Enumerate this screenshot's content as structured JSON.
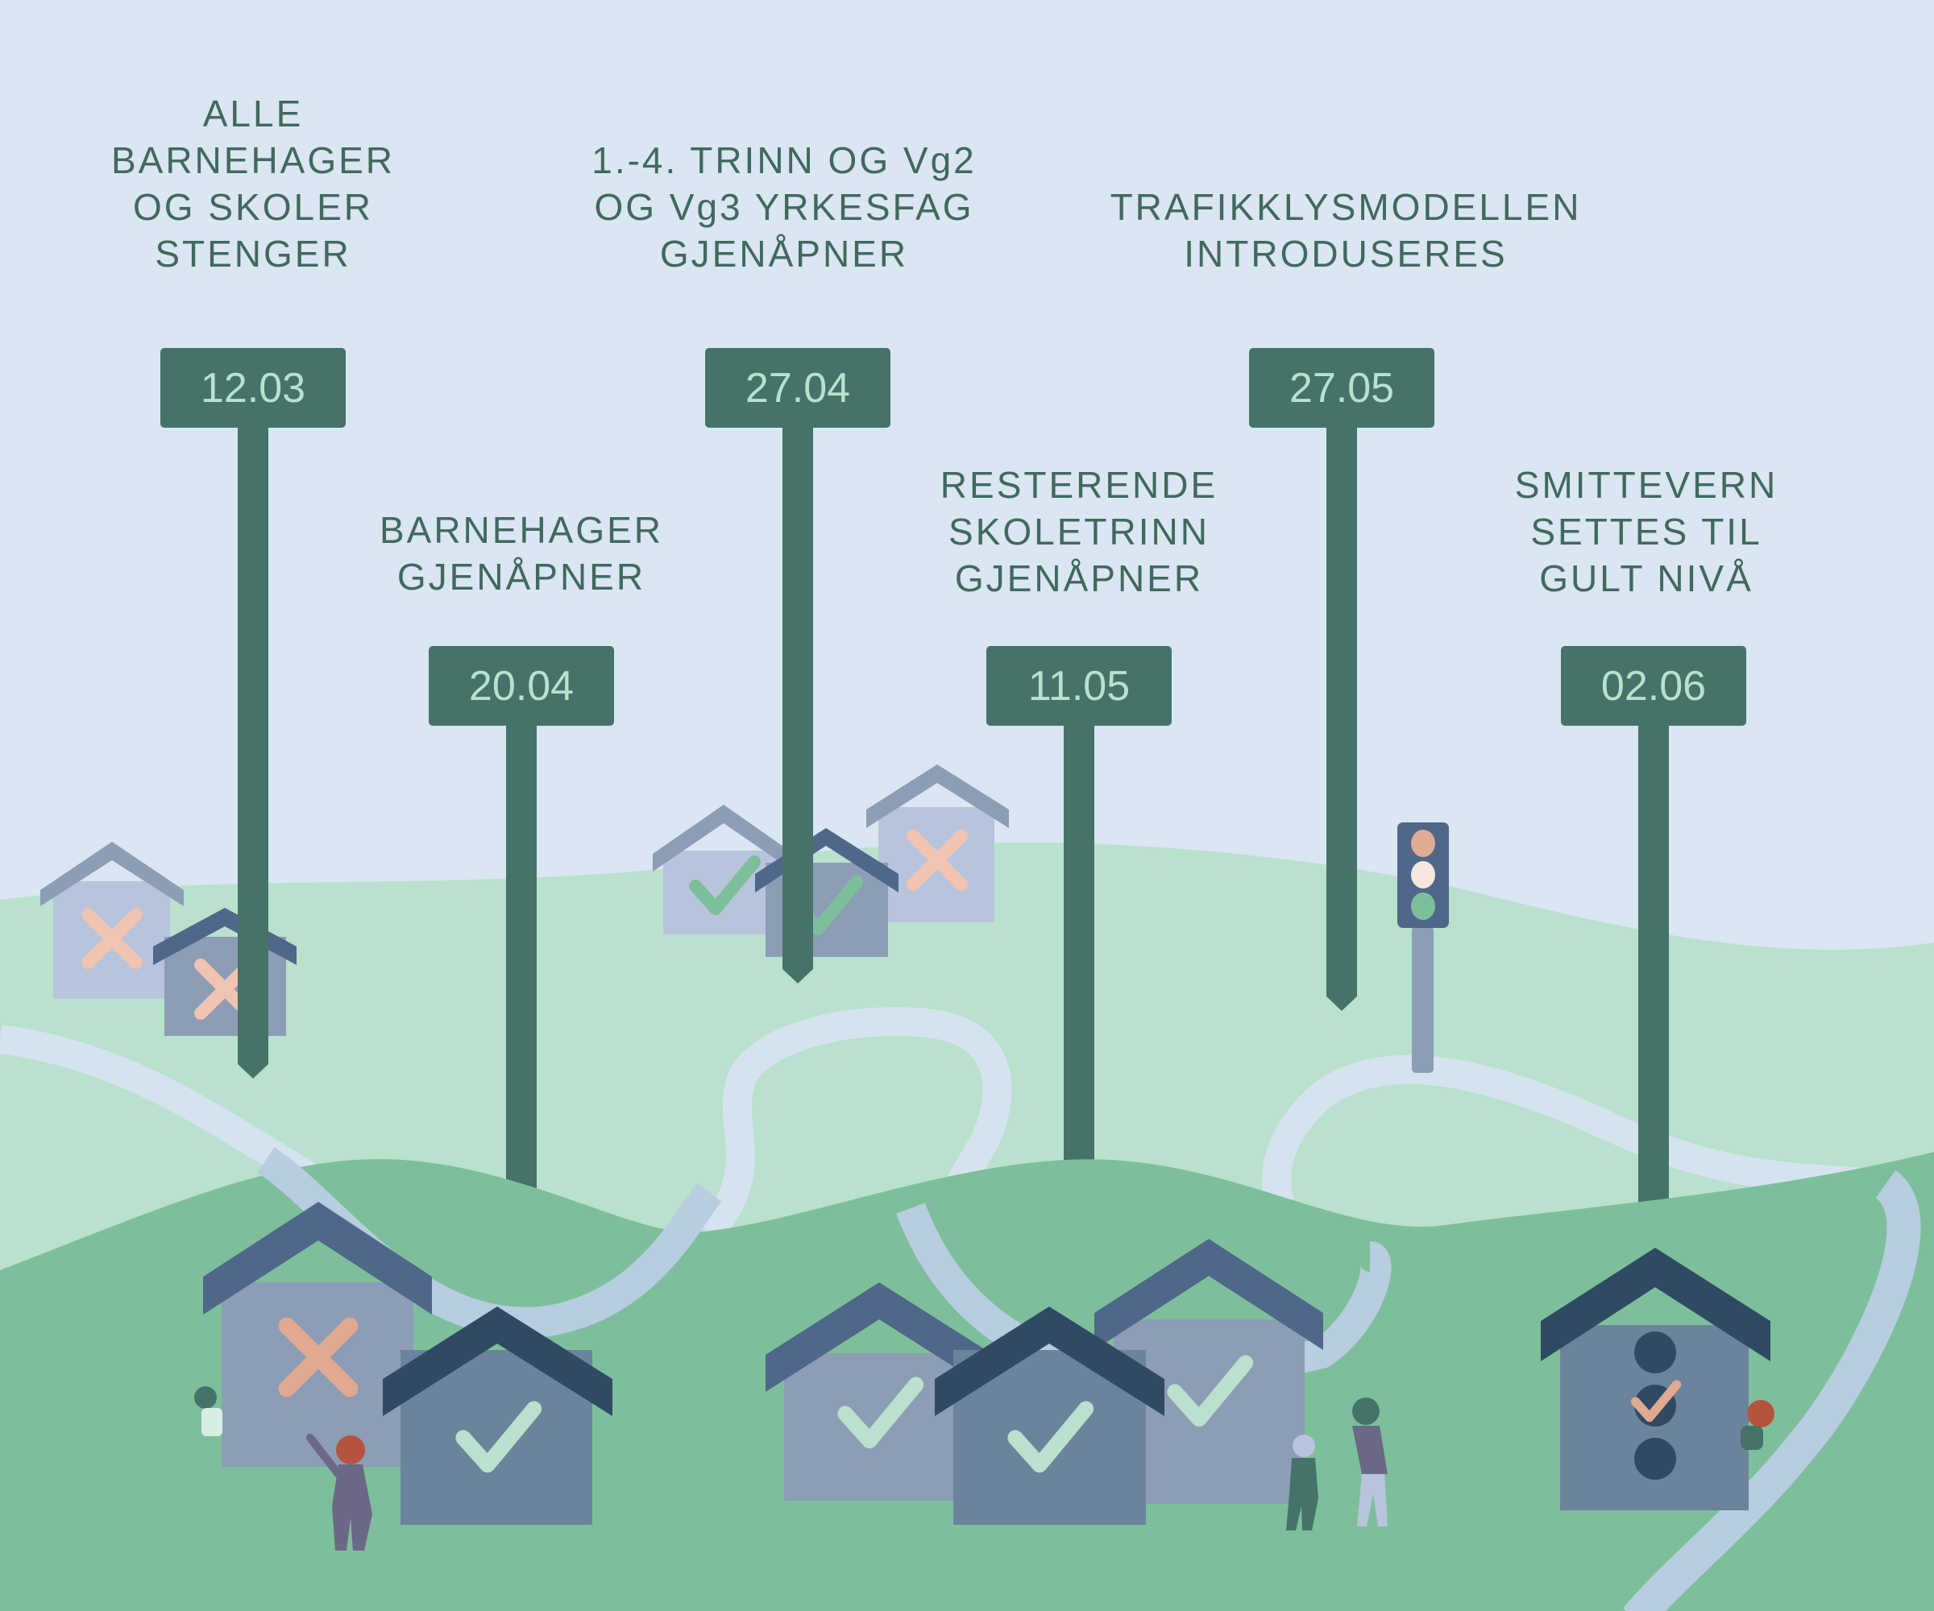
{
  "colors": {
    "sky": "#dae6f1",
    "hill_light": "#b9e1cd",
    "hill_dark": "#7dbf9b",
    "road_light": "#d5e3ef",
    "road_dark": "#b8cde0",
    "sign": "#45736a",
    "sign_text": "#b9e1cd",
    "label_text": "#41695e",
    "house_light": "#b8c4dc",
    "house_mid": "#8d9db5",
    "house_dark": "#6b849b",
    "roof_mid": "#4f6789",
    "roof_dark": "#2f4a62",
    "cross": "#e0a990",
    "check": "#b9e1cd",
    "light_red": "#dfab93",
    "light_yellow": "#f7e6df",
    "light_green": "#7dbf9b"
  },
  "events": [
    {
      "date": "12.03",
      "lines": [
        "ALLE",
        "BARNEHAGER",
        "OG SKOLER",
        "STENGER"
      ]
    },
    {
      "date": "20.04",
      "lines": [
        "BARNEHAGER",
        "GJENÅPNER"
      ]
    },
    {
      "date": "27.04",
      "lines": [
        "1.-4. TRINN OG Vg2",
        "OG Vg3 YRKESFAG",
        "GJENÅPNER"
      ]
    },
    {
      "date": "11.05",
      "lines": [
        "RESTERENDE",
        "SKOLETRINN",
        "GJENÅPNER"
      ]
    },
    {
      "date": "27.05",
      "lines": [
        "TRAFIKKLYSMODELLEN",
        "INTRODUSERES"
      ]
    },
    {
      "date": "02.06",
      "lines": [
        "SMITTEVERN",
        "SETTES TIL",
        "GULT NIVÅ"
      ]
    }
  ]
}
